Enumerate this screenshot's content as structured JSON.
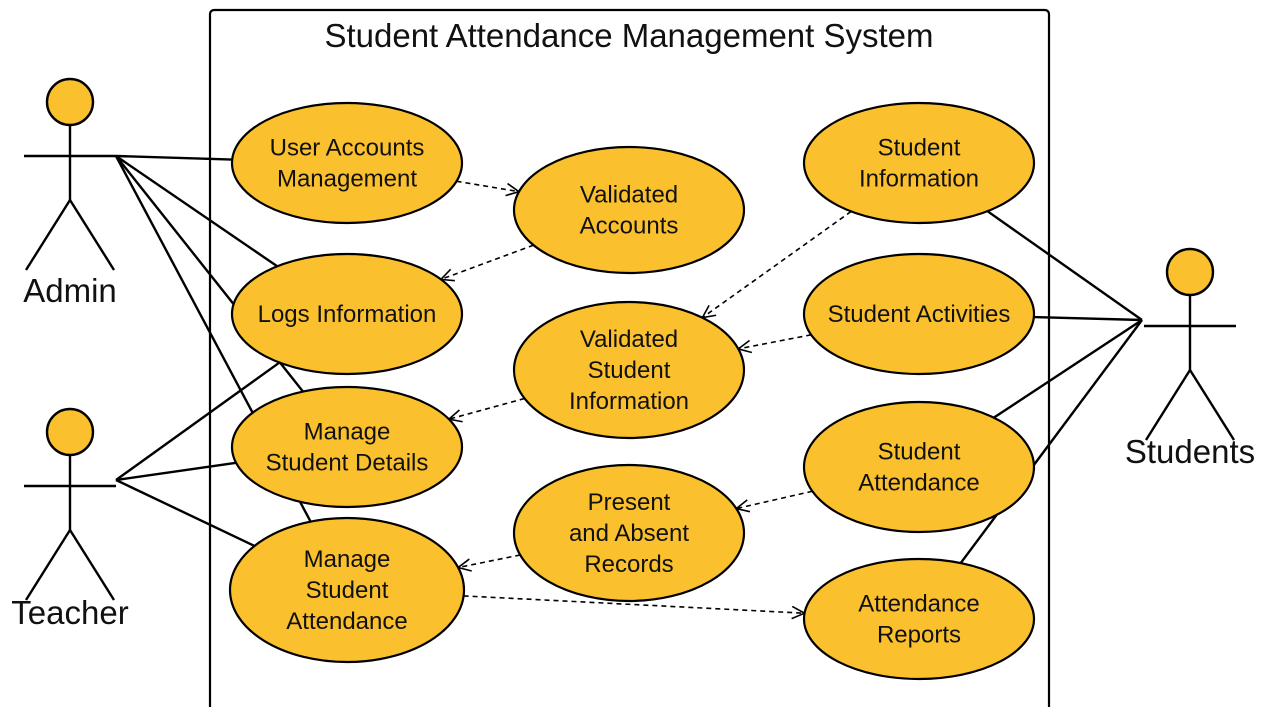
{
  "title": "Student Attendance Management System",
  "colors": {
    "usecase_fill": "#FBC02D",
    "stroke": "#000000",
    "background": "#FFFFFF"
  },
  "actors": [
    {
      "id": "admin",
      "label": "Admin"
    },
    {
      "id": "teacher",
      "label": "Teacher"
    },
    {
      "id": "students",
      "label": "Students"
    }
  ],
  "use_cases": [
    {
      "id": "uam",
      "lines": [
        "User Accounts",
        "Management"
      ]
    },
    {
      "id": "logs",
      "lines": [
        "Logs Information"
      ]
    },
    {
      "id": "msd",
      "lines": [
        "Manage",
        "Student Details"
      ]
    },
    {
      "id": "msa",
      "lines": [
        "Manage",
        "Student",
        "Attendance"
      ]
    },
    {
      "id": "va",
      "lines": [
        "Validated",
        "Accounts"
      ]
    },
    {
      "id": "vsi",
      "lines": [
        "Validated",
        "Student",
        "Information"
      ]
    },
    {
      "id": "par",
      "lines": [
        "Present",
        "and Absent",
        "Records"
      ]
    },
    {
      "id": "si",
      "lines": [
        "Student",
        "Information"
      ]
    },
    {
      "id": "sact",
      "lines": [
        "Student Activities"
      ]
    },
    {
      "id": "satt",
      "lines": [
        "Student",
        "Attendance"
      ]
    },
    {
      "id": "ar",
      "lines": [
        "Attendance",
        "Reports"
      ]
    }
  ],
  "associations": [
    {
      "actor": "admin",
      "use_case": "uam"
    },
    {
      "actor": "admin",
      "use_case": "logs"
    },
    {
      "actor": "admin",
      "use_case": "msd"
    },
    {
      "actor": "admin",
      "use_case": "msa"
    },
    {
      "actor": "teacher",
      "use_case": "logs"
    },
    {
      "actor": "teacher",
      "use_case": "msd"
    },
    {
      "actor": "teacher",
      "use_case": "msa"
    },
    {
      "actor": "students",
      "use_case": "si"
    },
    {
      "actor": "students",
      "use_case": "sact"
    },
    {
      "actor": "students",
      "use_case": "satt"
    },
    {
      "actor": "students",
      "use_case": "ar"
    }
  ],
  "dependencies": [
    {
      "from": "uam",
      "to": "va"
    },
    {
      "from": "va",
      "to": "logs"
    },
    {
      "from": "si",
      "to": "vsi"
    },
    {
      "from": "sact",
      "to": "vsi"
    },
    {
      "from": "vsi",
      "to": "msd"
    },
    {
      "from": "satt",
      "to": "par"
    },
    {
      "from": "par",
      "to": "msa"
    },
    {
      "from": "msa",
      "to": "ar"
    }
  ]
}
